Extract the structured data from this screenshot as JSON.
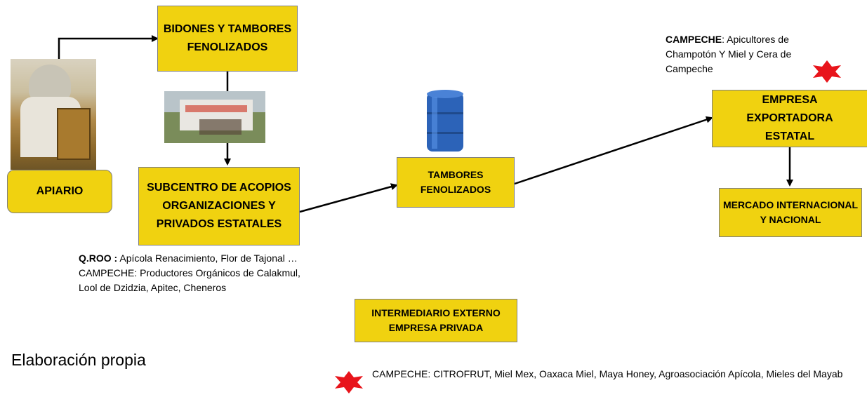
{
  "nodes": {
    "bidones": "BIDONES Y TAMBORES FENOLIZADOS",
    "apiario": "APIARIO",
    "subcentro": "SUBCENTRO DE ACOPIOS ORGANIZACIONES Y PRIVADOS ESTATALES",
    "tambores": "TAMBORES FENOLIZADOS",
    "empresa": "EMPRESA EXPORTADORA ESTATAL",
    "mercado": "MERCADO INTERNACIONAL Y NACIONAL",
    "intermediario": "INTERMEDIARIO EXTERNO EMPRESA PRIVADA"
  },
  "notes": {
    "qroo_bold": "Q.ROO :",
    "qroo_text": " Apícola Renacimiento, Flor de Tajonal …",
    "campeche_south": "CAMPECHE: Productores Orgánicos de Calakmul, Lool de Dzidzia, Apitec, Cheneros",
    "campeche_top_bold": "CAMPECHE",
    "campeche_top_text": ": Apicultores de Champotón Y  Miel y Cera de Campeche",
    "legend_text": "CAMPECHE: CITROFRUT, Miel Mex, Oaxaca Miel, Maya Honey, Agroasociación Apícola, Mieles del  Mayab"
  },
  "footer": {
    "source": "Elaboración propia"
  },
  "colors": {
    "box_fill": "#f0d210",
    "box_border": "#7f7f7f",
    "star": "#e8141b",
    "drum": "#2c63b8"
  },
  "icons": {
    "star": "red-star-icon",
    "drum": "blue-drum-icon"
  }
}
